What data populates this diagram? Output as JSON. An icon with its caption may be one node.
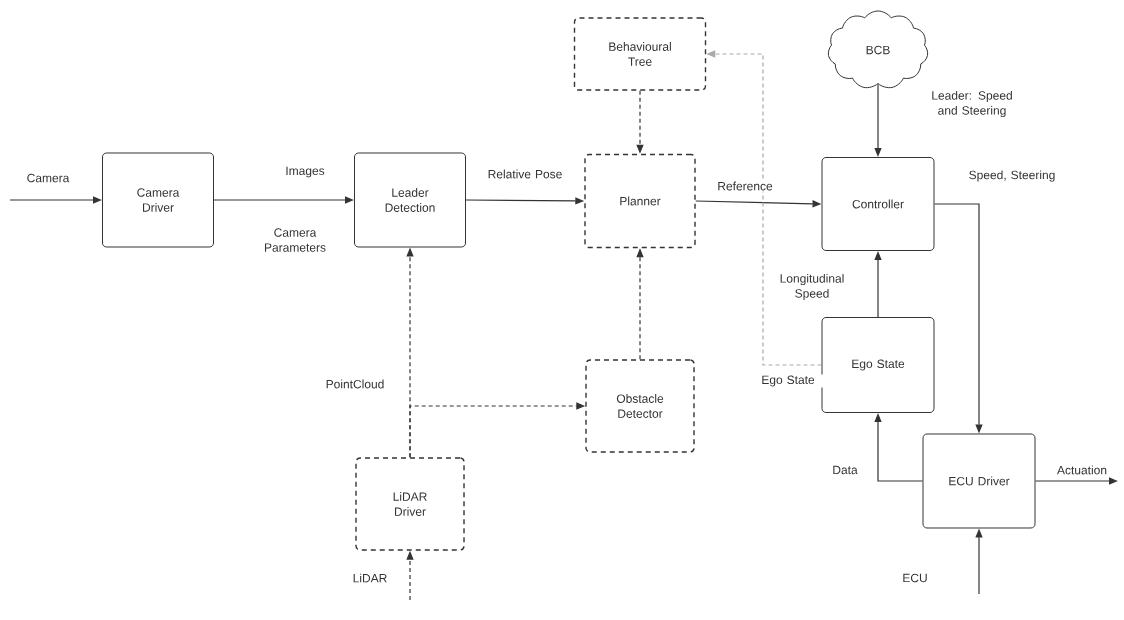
{
  "diagram": {
    "nodes": [
      {
        "text": [
          "Camera Driver"
        ]
      },
      {
        "text": [
          "Leader Detection"
        ]
      },
      {
        "text": [
          "Behavioural Tree"
        ]
      },
      {
        "text": [
          "Planner"
        ]
      },
      {
        "text": [
          "Controller"
        ]
      },
      {
        "text": [
          "Ego State"
        ]
      },
      {
        "text": [
          "Obstacle Detector"
        ]
      },
      {
        "text": [
          "LiDAR Driver"
        ]
      },
      {
        "text": [
          "ECU Driver"
        ]
      },
      {
        "text": [
          "BCB"
        ]
      }
    ],
    "edges": [
      {
        "from": null,
        "to": 0,
        "arrow": "to",
        "label": "Camera"
      },
      {
        "from": 0,
        "to": 1,
        "arrow": "to",
        "label": "Images"
      },
      {
        "from": 1,
        "to": 3,
        "arrow": "to",
        "label": "Relative Pose"
      },
      {
        "from": 2,
        "to": 3,
        "arrow": "to",
        "style": "dashed"
      },
      {
        "from": 3,
        "to": 4,
        "arrow": "to",
        "label": "Reference"
      },
      {
        "from": 9,
        "to": 4,
        "arrow": "to",
        "label": "Leader: Speed and Steering"
      },
      {
        "from": 4,
        "to": 8,
        "arrow": "to",
        "label": "Speed, Steering"
      },
      {
        "from": 5,
        "to": 4,
        "arrow": "to",
        "label": "Longitudinal Speed"
      },
      {
        "from": 5,
        "to": 2,
        "arrow": "to",
        "style": "dashed",
        "color": "#aaaaaa",
        "label": "Ego State"
      },
      {
        "from": 8,
        "to": 5,
        "arrow": "to",
        "label": "Data"
      },
      {
        "from": 8,
        "to": null,
        "arrow": "to",
        "label": "Actuation"
      },
      {
        "from": null,
        "to": 8,
        "arrow": "to",
        "label": "ECU"
      },
      {
        "from": 7,
        "to": 1,
        "arrow": "to",
        "style": "dashed",
        "label": "PointCloud"
      },
      {
        "from": 7,
        "to": 6,
        "arrow": "to",
        "style": "dashed"
      },
      {
        "from": 6,
        "to": 3,
        "arrow": "to",
        "style": "dashed"
      },
      {
        "from": null,
        "to": 7,
        "arrow": "to",
        "style": "dashed",
        "label": "LiDAR"
      }
    ],
    "labels": [
      "Camera Parameters"
    ]
  }
}
